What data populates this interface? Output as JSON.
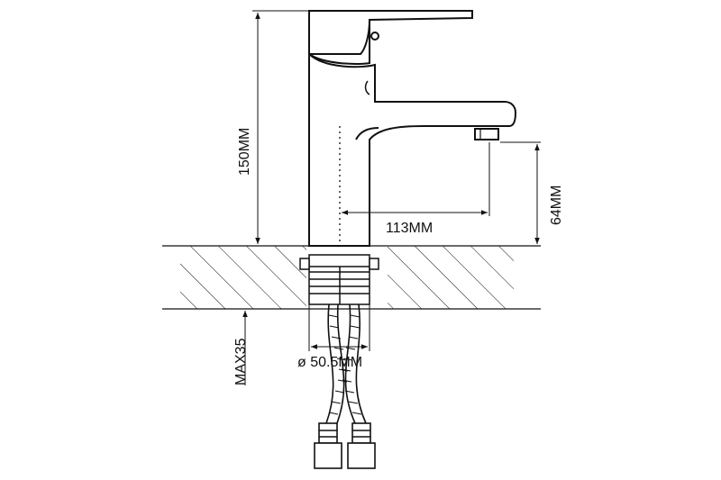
{
  "dimensions": {
    "height_total": "150MM",
    "spout_reach": "113MM",
    "spout_height": "64MM",
    "max_counter_thickness": "MAX35",
    "hole_diameter": "ø 50.5MM"
  },
  "colors": {
    "line": "#111111",
    "background": "#ffffff"
  }
}
